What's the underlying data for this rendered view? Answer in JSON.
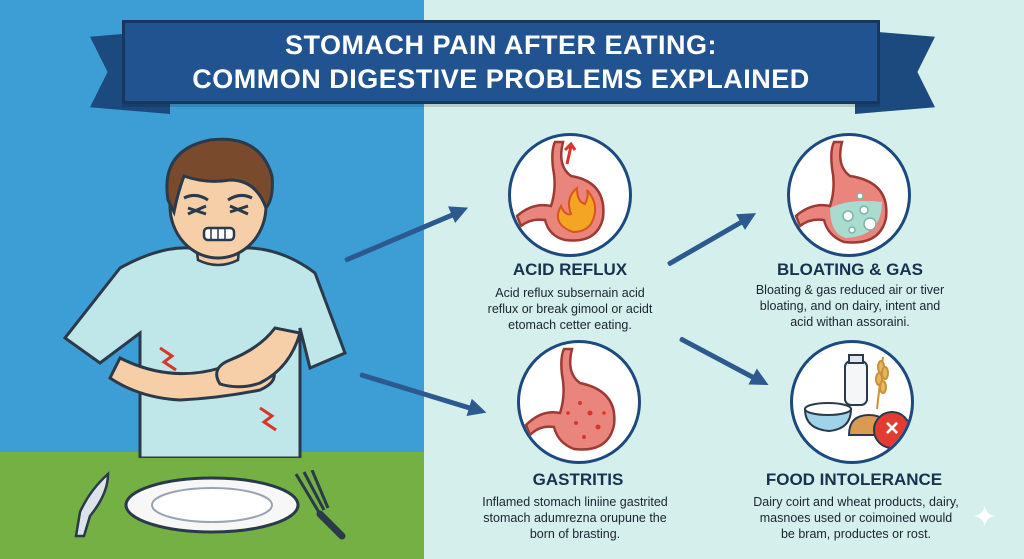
{
  "title": {
    "line1": "STOMACH PAIN AFTER EATING:",
    "line2": "COMMON DIGESTIVE PROBLEMS EXPLAINED"
  },
  "cards": {
    "acid_reflux": {
      "title": "ACID REFLUX",
      "body": [
        "Acid reflux subsernain acid",
        "reflux or break gimool or acidt",
        "etomach cetter eating."
      ]
    },
    "bloating": {
      "title": "BLOATING & GAS",
      "body": [
        "Bloating & gas reduced air or tiver",
        "bloating, and on dairy, intent and",
        "acid withan assoraini."
      ]
    },
    "gastritis": {
      "title": "GASTRITIS",
      "body": [
        "Inflamed stomach liniine gastrited",
        "stomach adumrezna orupune the",
        "born of brasting."
      ]
    },
    "food_intolerance": {
      "title": "FOOD INTOLERANCE",
      "body": [
        "Dairy coirt and wheat products, dairy,",
        "masnoes used or coimoined would",
        "be bram, productes or rost."
      ]
    }
  },
  "icons": [
    "flame-icon",
    "bubbles-icon",
    "inflammation-icon",
    "milk-icon",
    "wheat-icon",
    "bread-icon",
    "no-icon",
    "plate-icon",
    "fork-icon",
    "knife-icon",
    "sparkle-icon"
  ],
  "colors": {
    "left_bg": "#3d9ed6",
    "right_bg": "#d4efec",
    "banner": "#215390",
    "table": "#74b043",
    "arrow": "#2c5a8f"
  }
}
